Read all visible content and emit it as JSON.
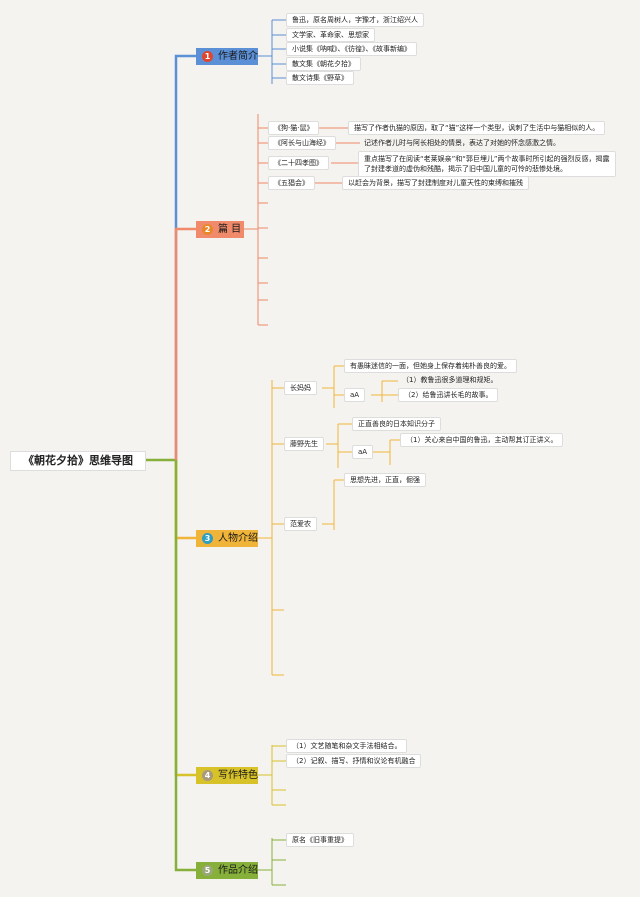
{
  "root": "《朝花夕拾》思维导图",
  "branches": [
    {
      "label": "作者简介",
      "color": "#5b8fd6",
      "badge": "1",
      "badge_color": "#e0462e",
      "items": [
        "鲁迅，原名周树人，字豫才，浙江绍兴人",
        "文学家、革命家、思想家",
        "小说集《呐喊》、《彷徨》、《故事新编》",
        "散文集《朝花夕拾》",
        "散文诗集《野草》"
      ]
    },
    {
      "label": "篇 目",
      "color": "#f08a6a",
      "badge": "2",
      "badge_color": "#e8872a",
      "items": [
        {
          "title": "《狗·猫·鼠》",
          "desc": "描写了作者仇猫的原因，取了“猫”这样一个类型，讽刺了生活中与猫相似的人。"
        },
        {
          "title": "《阿长与山海经》",
          "desc": "记述作者儿时与阿长相处的情景，表达了对她的怀念感激之情。"
        },
        {
          "title": "《二十四孝图》",
          "desc": "重点描写了在阅读“老莱娱亲”和“郭巨埋儿”两个故事时所引起的强烈反感，揭露了封建孝道的虚伪和残酷，揭示了旧中国儿童的可怜的悲惨处境。"
        },
        {
          "title": "《五猖会》",
          "desc": "以赶会为背景，描写了封建制度对儿童天性的束缚和摧残"
        }
      ]
    },
    {
      "label": "人物介绍",
      "color": "#f0b43a",
      "badge": "3",
      "badge_color": "#2e9fc0",
      "people": [
        {
          "name": "长妈妈",
          "trait": "有愚昧迷信的一面，但她身上保存着纯朴善良的爱。",
          "sub": "aA",
          "points": [
            "（1）教鲁迅很多道理和规矩。",
            "（2）给鲁迅讲长毛的故事。"
          ]
        },
        {
          "name": "藤野先生",
          "trait": "正直善良的日本知识分子",
          "sub": "aA",
          "points": [
            "（1）关心来自中国的鲁迅，主动帮其订正讲义。"
          ]
        },
        {
          "name": "范爱农",
          "trait": "思想先进，正直，倔强"
        }
      ]
    },
    {
      "label": "写作特色",
      "color": "#d8c22a",
      "badge": "4",
      "badge_color": "#a89a7a",
      "items": [
        "（1）文艺随笔和杂文手法相结合。",
        "（2）记叙、描写、抒情和议论有机融合"
      ]
    },
    {
      "label": "作品介绍",
      "color": "#86b03a",
      "badge": "5",
      "badge_color": "#9aa878",
      "items": [
        "原名《旧事重提》"
      ]
    }
  ]
}
